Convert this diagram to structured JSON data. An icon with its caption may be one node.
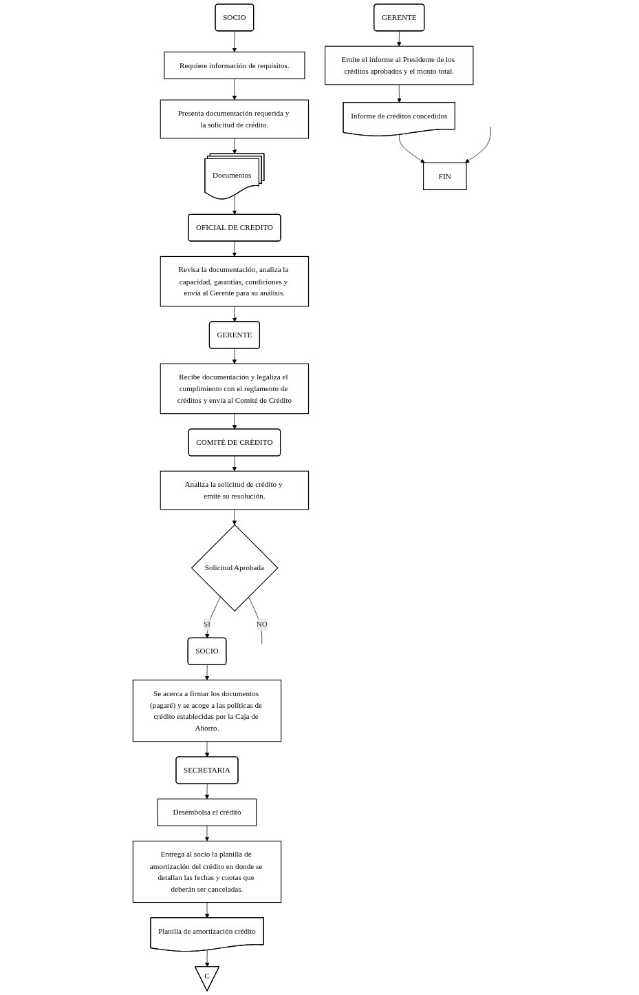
{
  "diagram": {
    "nodes": [
      {
        "text": [
          "SOCIO"
        ]
      },
      {
        "text": [
          "Requiere información de requisitos."
        ]
      },
      {
        "text": [
          "Presenta documentación requerida y la solicitud de crédito."
        ]
      },
      {
        "text": [
          "Documentos"
        ]
      },
      {
        "text": [
          "OFICIAL DE CREDITO"
        ]
      },
      {
        "text": [
          "Revisa la documentación, analiza la capacidad, garantías, condiciones y envía al Gerente para su análisis."
        ]
      },
      {
        "text": [
          "GERENTE"
        ]
      },
      {
        "text": [
          "Recibe documentación y legaliza el cumplimiento con el reglamento de créditos y envía al Comité de Crédito"
        ]
      },
      {
        "text": [
          "COMITÉ DE CRÉDITO"
        ]
      },
      {
        "text": [
          "Analiza la solicitud de crédito y emite su resolución."
        ]
      },
      {
        "text": [
          "Solicitud Aprobada"
        ]
      },
      {
        "text": [
          "SOCIO"
        ]
      },
      {
        "text": [
          "Se acerca a firmar los documentos (pagaré) y se acoge a las políticas de crédito establecidas por la Caja de Ahorro."
        ]
      },
      {
        "text": [
          "SECRETARIA"
        ]
      },
      {
        "text": [
          "Desembolsa el crédito"
        ]
      },
      {
        "text": [
          "Entrega al socio la planilla de amortización del crédito en donde se detallan las fechas y cuotas que deberán ser canceladas."
        ]
      },
      {
        "text": [
          "Planilla de amortización crédito"
        ]
      },
      {
        "text": [
          "C"
        ]
      },
      {
        "text": [
          "GERENTE"
        ]
      },
      {
        "text": [
          "Emite el informe al Presidente de los créditos aprobados y el monto total."
        ]
      },
      {
        "text": [
          "Informe de créditos concedidos"
        ]
      },
      {
        "text": [
          "FIN"
        ]
      }
    ],
    "edges": [
      {
        "from": 0,
        "to": 1,
        "arrow": "to"
      },
      {
        "from": 1,
        "to": 2,
        "arrow": "to"
      },
      {
        "from": 2,
        "to": 3,
        "arrow": "to"
      },
      {
        "from": 3,
        "to": 4,
        "arrow": "to"
      },
      {
        "from": 4,
        "to": 5,
        "arrow": "to"
      },
      {
        "from": 5,
        "to": 6,
        "arrow": "to"
      },
      {
        "from": 6,
        "to": 7,
        "arrow": "to"
      },
      {
        "from": 7,
        "to": 8,
        "arrow": "to"
      },
      {
        "from": 8,
        "to": 9,
        "arrow": "to"
      },
      {
        "from": 9,
        "to": 10,
        "arrow": "to"
      },
      {
        "from": 10,
        "to": 11,
        "arrow": "to",
        "label": "SI"
      },
      {
        "from": 10,
        "to": null,
        "arrow": "none",
        "label": "NO"
      },
      {
        "from": 11,
        "to": 12,
        "arrow": "to"
      },
      {
        "from": 12,
        "to": 13,
        "arrow": "to"
      },
      {
        "from": 13,
        "to": 14,
        "arrow": "to"
      },
      {
        "from": 14,
        "to": 15,
        "arrow": "to"
      },
      {
        "from": 15,
        "to": 16,
        "arrow": "to"
      },
      {
        "from": 16,
        "to": 17,
        "arrow": "to"
      },
      {
        "from": 18,
        "to": 19,
        "arrow": "to"
      },
      {
        "from": 19,
        "to": 20,
        "arrow": "to"
      },
      {
        "from": 20,
        "to": 21,
        "arrow": "to"
      },
      {
        "from": null,
        "to": 21,
        "arrow": "to"
      }
    ]
  }
}
